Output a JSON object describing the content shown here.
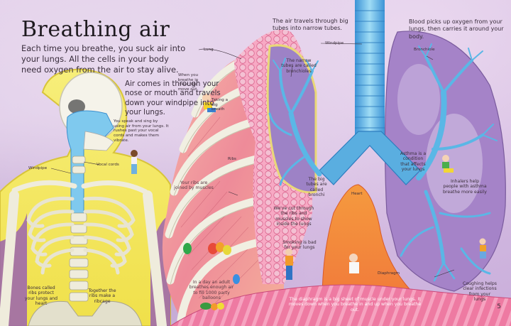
{
  "page": {
    "title": "Breathing air",
    "intro": "Each time you breathe, you suck air into your lungs. All the cells in your body need oxygen from the air to stay alive.",
    "page_number": "5"
  },
  "captions": {
    "air_path": "Air comes in through your nose or mouth and travels down your windpipe into your lungs.",
    "speak_sing": "You speak and sing by using air from your lungs. It rushes past your vocal cords and makes them vibrate.",
    "rib_out": "When you breathe in your ribs move out.",
    "big_tubes_narrow": "The air travels through big tubes into narrow tubes.",
    "blood_oxygen": "Blood picks up oxygen from your lungs, then carries it around your body.",
    "ribs_protect": "Bones called ribs protect your lungs and heart",
    "ribcage": "Together the ribs make a ribcage",
    "ribs_muscles": "Your ribs are joined by muscles",
    "balloons": "In a day an adult breathes enough air to fill 1000 party balloons",
    "bronchioles_note": "The narrow tubes are called bronchioles",
    "bronchi_note": "The big tubes are called bronchi",
    "cut_through": "We've cut through the ribs and muscles to show inside the lungs",
    "smoking": "Smoking is bad for your lungs",
    "diaphragm_note": "The diaphragm is a big sheet of muscle under your lungs. It moves down when you breathe in and up when you breathe out.",
    "asthma": "Asthma is a condition that affects your lungs",
    "inhalers": "Inhalers help people with asthma breathe more easily",
    "coughing": "Coughing helps clear infections from your lungs"
  },
  "labels": {
    "windpipe_left": "Windpipe",
    "vocal_cords": "Vocal cords",
    "lung": "Lung",
    "taking_breath": "Taking a big breath",
    "ribs": "Ribs",
    "windpipe_center": "Windpipe",
    "heart": "Heart",
    "diaphragm": "Diaphragm",
    "bronchiole": "Bronchiole"
  },
  "colors": {
    "background": "#dcc7e4",
    "skeleton_yellow": "#f4e65a",
    "bone": "#f3f1e6",
    "airway_blue": "#5bb6e6",
    "lung_pink": "#f19ab8",
    "muscle_pink": "#ef8fa3",
    "heart_orange": "#f28b3c",
    "lung_purple": "#9c7bbf",
    "diaphragm_pink": "#f07ba2"
  }
}
